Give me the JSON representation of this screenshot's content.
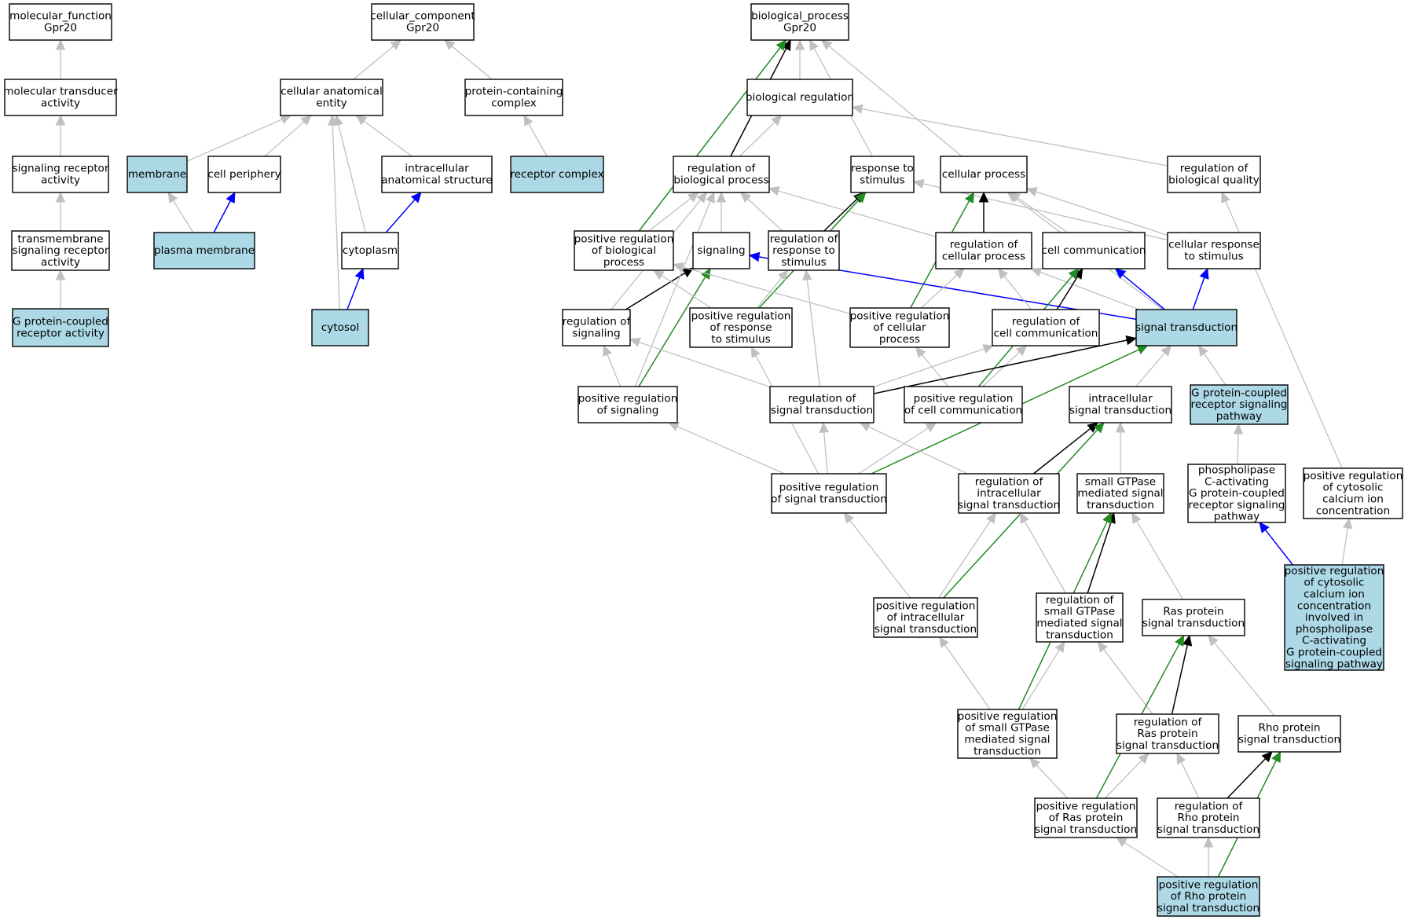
{
  "colors": {
    "annotated_fill": "#add8e6",
    "plain_fill": "#ffffff",
    "is_a": "#c0c0c0",
    "part_of": "#0000ff",
    "regulates": "#000000",
    "positively_regulates": "#228b22"
  },
  "nodes": [
    {
      "id": "mf",
      "lines": [
        "molecular_function",
        "Gpr20"
      ],
      "annotated": false
    },
    {
      "id": "mta",
      "lines": [
        "molecular transducer",
        "activity"
      ],
      "annotated": false
    },
    {
      "id": "sra",
      "lines": [
        "signaling receptor",
        "activity"
      ],
      "annotated": false
    },
    {
      "id": "tsra",
      "lines": [
        "transmembrane",
        "signaling receptor",
        "activity"
      ],
      "annotated": false
    },
    {
      "id": "gpcra",
      "lines": [
        "G protein-coupled",
        "receptor activity"
      ],
      "annotated": true
    },
    {
      "id": "cc",
      "lines": [
        "cellular_component",
        "Gpr20"
      ],
      "annotated": false
    },
    {
      "id": "cae",
      "lines": [
        "cellular anatomical",
        "entity"
      ],
      "annotated": false
    },
    {
      "id": "pcc",
      "lines": [
        "protein-containing",
        "complex"
      ],
      "annotated": false
    },
    {
      "id": "membrane",
      "lines": [
        "membrane"
      ],
      "annotated": true
    },
    {
      "id": "cperiph",
      "lines": [
        "cell periphery"
      ],
      "annotated": false
    },
    {
      "id": "ias",
      "lines": [
        "intracellular",
        "anatomical structure"
      ],
      "annotated": false
    },
    {
      "id": "rc",
      "lines": [
        "receptor complex"
      ],
      "annotated": true
    },
    {
      "id": "pm",
      "lines": [
        "plasma membrane"
      ],
      "annotated": true
    },
    {
      "id": "cyto",
      "lines": [
        "cytoplasm"
      ],
      "annotated": false
    },
    {
      "id": "cytosol",
      "lines": [
        "cytosol"
      ],
      "annotated": true
    },
    {
      "id": "bp",
      "lines": [
        "biological_process",
        "Gpr20"
      ],
      "annotated": false
    },
    {
      "id": "breg",
      "lines": [
        "biological regulation"
      ],
      "annotated": false
    },
    {
      "id": "rbp",
      "lines": [
        "regulation of",
        "biological process"
      ],
      "annotated": false
    },
    {
      "id": "rts",
      "lines": [
        "response to",
        "stimulus"
      ],
      "annotated": false
    },
    {
      "id": "cp",
      "lines": [
        "cellular process"
      ],
      "annotated": false
    },
    {
      "id": "rbq",
      "lines": [
        "regulation of",
        "biological quality"
      ],
      "annotated": false
    },
    {
      "id": "prbp",
      "lines": [
        "positive regulation",
        "of biological",
        "process"
      ],
      "annotated": false
    },
    {
      "id": "sig",
      "lines": [
        "signaling"
      ],
      "annotated": false
    },
    {
      "id": "rrts",
      "lines": [
        "regulation of",
        "response to",
        "stimulus"
      ],
      "annotated": false
    },
    {
      "id": "rcp",
      "lines": [
        "regulation of",
        "cellular process"
      ],
      "annotated": false
    },
    {
      "id": "ccomm",
      "lines": [
        "cell communication"
      ],
      "annotated": false
    },
    {
      "id": "crts",
      "lines": [
        "cellular response",
        "to stimulus"
      ],
      "annotated": false
    },
    {
      "id": "rsig",
      "lines": [
        "regulation of",
        "signaling"
      ],
      "annotated": false
    },
    {
      "id": "prrts",
      "lines": [
        "positive regulation",
        "of response",
        "to stimulus"
      ],
      "annotated": false
    },
    {
      "id": "prcp",
      "lines": [
        "positive regulation",
        "of cellular",
        "process"
      ],
      "annotated": false
    },
    {
      "id": "rcc",
      "lines": [
        "regulation of",
        "cell communication"
      ],
      "annotated": false
    },
    {
      "id": "st",
      "lines": [
        "signal transduction"
      ],
      "annotated": true
    },
    {
      "id": "prsig",
      "lines": [
        "positive regulation",
        "of signaling"
      ],
      "annotated": false
    },
    {
      "id": "rst",
      "lines": [
        "regulation of",
        "signal transduction"
      ],
      "annotated": false
    },
    {
      "id": "prcc",
      "lines": [
        "positive regulation",
        "of cell communication"
      ],
      "annotated": false
    },
    {
      "id": "ist",
      "lines": [
        "intracellular",
        "signal transduction"
      ],
      "annotated": false
    },
    {
      "id": "gpcrsp",
      "lines": [
        "G protein-coupled",
        "receptor signaling",
        "pathway"
      ],
      "annotated": true
    },
    {
      "id": "prst",
      "lines": [
        "positive regulation",
        "of signal transduction"
      ],
      "annotated": false
    },
    {
      "id": "rist",
      "lines": [
        "regulation of",
        "intracellular",
        "signal transduction"
      ],
      "annotated": false
    },
    {
      "id": "sgst",
      "lines": [
        "small GTPase",
        "mediated signal",
        "transduction"
      ],
      "annotated": false
    },
    {
      "id": "plc",
      "lines": [
        "phospholipase",
        "C-activating",
        "G protein-coupled",
        "receptor signaling",
        "pathway"
      ],
      "annotated": false
    },
    {
      "id": "prcci",
      "lines": [
        "positive regulation",
        "of cytosolic",
        "calcium ion",
        "concentration"
      ],
      "annotated": false
    },
    {
      "id": "prist",
      "lines": [
        "positive regulation",
        "of intracellular",
        "signal transduction"
      ],
      "annotated": false
    },
    {
      "id": "rsgst",
      "lines": [
        "regulation of",
        "small GTPase",
        "mediated signal",
        "transduction"
      ],
      "annotated": false
    },
    {
      "id": "rasst",
      "lines": [
        "Ras protein",
        "signal transduction"
      ],
      "annotated": false
    },
    {
      "id": "prcciplc",
      "lines": [
        "positive regulation",
        "of cytosolic",
        "calcium ion",
        "concentration",
        "involved in",
        "phospholipase",
        "C-activating",
        "G protein-coupled",
        "signaling pathway"
      ],
      "annotated": true
    },
    {
      "id": "prsgst",
      "lines": [
        "positive regulation",
        "of small GTPase",
        "mediated signal",
        "transduction"
      ],
      "annotated": false
    },
    {
      "id": "rrasst",
      "lines": [
        "regulation of",
        "Ras protein",
        "signal transduction"
      ],
      "annotated": false
    },
    {
      "id": "rhost",
      "lines": [
        "Rho protein",
        "signal transduction"
      ],
      "annotated": false
    },
    {
      "id": "prrasst",
      "lines": [
        "positive regulation",
        "of Ras protein",
        "signal transduction"
      ],
      "annotated": false
    },
    {
      "id": "rrhost",
      "lines": [
        "regulation of",
        "Rho protein",
        "signal transduction"
      ],
      "annotated": false
    },
    {
      "id": "prrhost",
      "lines": [
        "positive regulation",
        "of Rho protein",
        "signal transduction"
      ],
      "annotated": true
    }
  ],
  "edges": [
    {
      "from": "mta",
      "to": "mf",
      "type": "is_a"
    },
    {
      "from": "sra",
      "to": "mta",
      "type": "is_a"
    },
    {
      "from": "tsra",
      "to": "sra",
      "type": "is_a"
    },
    {
      "from": "gpcra",
      "to": "tsra",
      "type": "is_a"
    },
    {
      "from": "cae",
      "to": "cc",
      "type": "is_a"
    },
    {
      "from": "pcc",
      "to": "cc",
      "type": "is_a"
    },
    {
      "from": "membrane",
      "to": "cae",
      "type": "is_a"
    },
    {
      "from": "cperiph",
      "to": "cae",
      "type": "is_a"
    },
    {
      "from": "ias",
      "to": "cae",
      "type": "is_a"
    },
    {
      "from": "cyto",
      "to": "cae",
      "type": "is_a"
    },
    {
      "from": "cytosol",
      "to": "cae",
      "type": "is_a"
    },
    {
      "from": "rc",
      "to": "pcc",
      "type": "is_a"
    },
    {
      "from": "pm",
      "to": "membrane",
      "type": "is_a"
    },
    {
      "from": "pm",
      "to": "cperiph",
      "type": "part_of"
    },
    {
      "from": "cyto",
      "to": "ias",
      "type": "part_of"
    },
    {
      "from": "cytosol",
      "to": "cyto",
      "type": "part_of"
    },
    {
      "from": "breg",
      "to": "bp",
      "type": "is_a"
    },
    {
      "from": "rts",
      "to": "bp",
      "type": "is_a"
    },
    {
      "from": "cp",
      "to": "bp",
      "type": "is_a"
    },
    {
      "from": "rbp",
      "to": "bp",
      "type": "regulates"
    },
    {
      "from": "prbp",
      "to": "bp",
      "type": "positively_regulates"
    },
    {
      "from": "rbp",
      "to": "breg",
      "type": "is_a"
    },
    {
      "from": "rbq",
      "to": "breg",
      "type": "is_a"
    },
    {
      "from": "prbp",
      "to": "rbp",
      "type": "is_a"
    },
    {
      "from": "sig",
      "to": "rbp",
      "type": "is_a"
    },
    {
      "from": "rrts",
      "to": "rbp",
      "type": "is_a"
    },
    {
      "from": "rcp",
      "to": "rbp",
      "type": "is_a"
    },
    {
      "from": "rsig",
      "to": "rbp",
      "type": "is_a"
    },
    {
      "from": "rrts",
      "to": "rts",
      "type": "regulates"
    },
    {
      "from": "prrts",
      "to": "rts",
      "type": "positively_regulates"
    },
    {
      "from": "crts",
      "to": "rts",
      "type": "is_a"
    },
    {
      "from": "rcp",
      "to": "cp",
      "type": "regulates"
    },
    {
      "from": "prcp",
      "to": "cp",
      "type": "positively_regulates"
    },
    {
      "from": "ccomm",
      "to": "cp",
      "type": "is_a"
    },
    {
      "from": "crts",
      "to": "cp",
      "type": "is_a"
    },
    {
      "from": "st",
      "to": "cp",
      "type": "is_a"
    },
    {
      "from": "rsig",
      "to": "sig",
      "type": "regulates"
    },
    {
      "from": "prsig",
      "to": "sig",
      "type": "positively_regulates"
    },
    {
      "from": "st",
      "to": "sig",
      "type": "part_of"
    },
    {
      "from": "prrts",
      "to": "rrts",
      "type": "is_a"
    },
    {
      "from": "rst",
      "to": "rrts",
      "type": "is_a"
    },
    {
      "from": "prcp",
      "to": "rcp",
      "type": "is_a"
    },
    {
      "from": "rcc",
      "to": "rcp",
      "type": "is_a"
    },
    {
      "from": "st",
      "to": "rcp",
      "type": "is_a"
    },
    {
      "from": "rcc",
      "to": "ccomm",
      "type": "regulates"
    },
    {
      "from": "prcc",
      "to": "ccomm",
      "type": "positively_regulates"
    },
    {
      "from": "st",
      "to": "ccomm",
      "type": "part_of"
    },
    {
      "from": "st",
      "to": "crts",
      "type": "part_of"
    },
    {
      "from": "prrts",
      "to": "prbp",
      "type": "is_a"
    },
    {
      "from": "prcp",
      "to": "prbp",
      "type": "is_a"
    },
    {
      "from": "prsig",
      "to": "rsig",
      "type": "is_a"
    },
    {
      "from": "rst",
      "to": "rsig",
      "type": "is_a"
    },
    {
      "from": "prsig",
      "to": "rbp",
      "type": "is_a"
    },
    {
      "from": "rst",
      "to": "rcc",
      "type": "is_a"
    },
    {
      "from": "prcc",
      "to": "rcc",
      "type": "is_a"
    },
    {
      "from": "prcc",
      "to": "prcp",
      "type": "is_a"
    },
    {
      "from": "rst",
      "to": "st",
      "type": "regulates"
    },
    {
      "from": "prst",
      "to": "st",
      "type": "positively_regulates"
    },
    {
      "from": "ist",
      "to": "st",
      "type": "is_a"
    },
    {
      "from": "gpcrsp",
      "to": "st",
      "type": "is_a"
    },
    {
      "from": "prst",
      "to": "prsig",
      "type": "is_a"
    },
    {
      "from": "prst",
      "to": "rst",
      "type": "is_a"
    },
    {
      "from": "prst",
      "to": "prcc",
      "type": "is_a"
    },
    {
      "from": "prst",
      "to": "prrts",
      "type": "is_a"
    },
    {
      "from": "rist",
      "to": "rst",
      "type": "is_a"
    },
    {
      "from": "rist",
      "to": "ist",
      "type": "regulates"
    },
    {
      "from": "prist",
      "to": "ist",
      "type": "positively_regulates"
    },
    {
      "from": "sgst",
      "to": "ist",
      "type": "is_a"
    },
    {
      "from": "plc",
      "to": "gpcrsp",
      "type": "is_a"
    },
    {
      "from": "prcci",
      "to": "rbq",
      "type": "is_a"
    },
    {
      "from": "prist",
      "to": "prst",
      "type": "is_a"
    },
    {
      "from": "prist",
      "to": "rist",
      "type": "is_a"
    },
    {
      "from": "rsgst",
      "to": "rist",
      "type": "is_a"
    },
    {
      "from": "rsgst",
      "to": "sgst",
      "type": "regulates"
    },
    {
      "from": "prsgst",
      "to": "sgst",
      "type": "positively_regulates"
    },
    {
      "from": "rasst",
      "to": "sgst",
      "type": "is_a"
    },
    {
      "from": "prcciplc",
      "to": "plc",
      "type": "part_of"
    },
    {
      "from": "prcciplc",
      "to": "prcci",
      "type": "is_a"
    },
    {
      "from": "prsgst",
      "to": "prist",
      "type": "is_a"
    },
    {
      "from": "prsgst",
      "to": "rsgst",
      "type": "is_a"
    },
    {
      "from": "rrasst",
      "to": "rsgst",
      "type": "is_a"
    },
    {
      "from": "rrasst",
      "to": "rasst",
      "type": "regulates"
    },
    {
      "from": "prrasst",
      "to": "rasst",
      "type": "positively_regulates"
    },
    {
      "from": "rhost",
      "to": "rasst",
      "type": "is_a"
    },
    {
      "from": "prrasst",
      "to": "prsgst",
      "type": "is_a"
    },
    {
      "from": "prrasst",
      "to": "rrasst",
      "type": "is_a"
    },
    {
      "from": "rrhost",
      "to": "rrasst",
      "type": "is_a"
    },
    {
      "from": "rrhost",
      "to": "rhost",
      "type": "regulates"
    },
    {
      "from": "prrhost",
      "to": "rhost",
      "type": "positively_regulates"
    },
    {
      "from": "prrhost",
      "to": "prrasst",
      "type": "is_a"
    },
    {
      "from": "prrhost",
      "to": "rrhost",
      "type": "is_a"
    }
  ]
}
